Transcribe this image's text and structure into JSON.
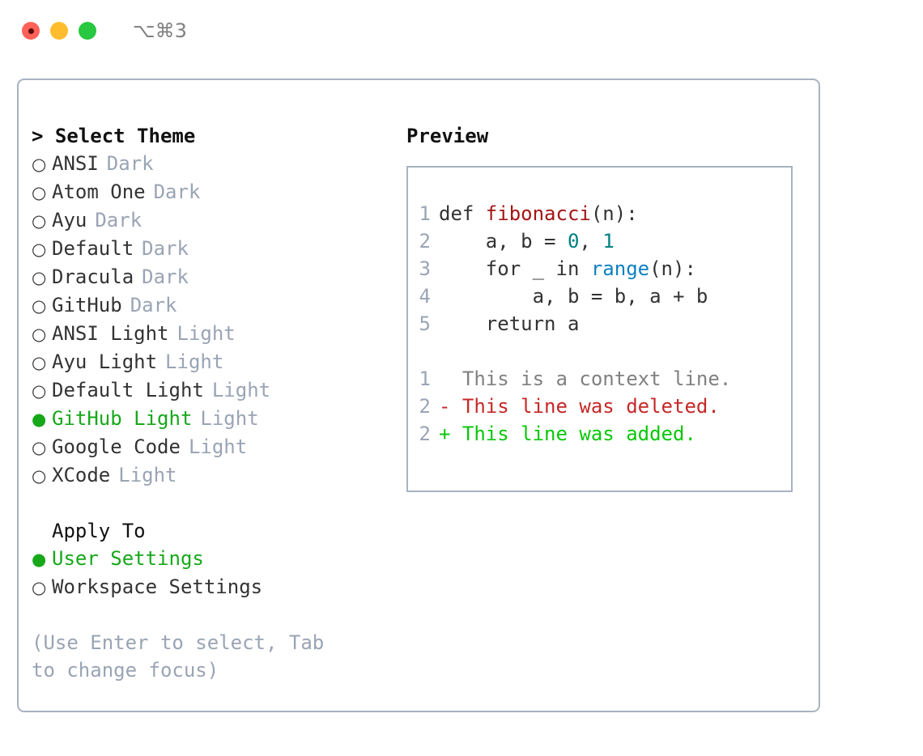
{
  "window": {
    "shortcut": "⌥⌘3",
    "traffic_lights": [
      {
        "name": "close",
        "color": "#ff6159"
      },
      {
        "name": "minimize",
        "color": "#ffbd2e"
      },
      {
        "name": "maximize",
        "color": "#28c840"
      }
    ]
  },
  "theme_selector": {
    "header": "> Select Theme",
    "prompt_marker": ">",
    "bullet_selected": "●",
    "bullet_unselected": "○",
    "items": [
      {
        "label": "ANSI",
        "variant": "Dark",
        "selected": false
      },
      {
        "label": "Atom One",
        "variant": "Dark",
        "selected": false
      },
      {
        "label": "Ayu",
        "variant": "Dark",
        "selected": false
      },
      {
        "label": "Default",
        "variant": "Dark",
        "selected": false
      },
      {
        "label": "Dracula",
        "variant": "Dark",
        "selected": false
      },
      {
        "label": "GitHub",
        "variant": "Dark",
        "selected": false
      },
      {
        "label": "ANSI Light",
        "variant": "Light",
        "selected": false
      },
      {
        "label": "Ayu Light",
        "variant": "Light",
        "selected": false
      },
      {
        "label": "Default Light",
        "variant": "Light",
        "selected": false
      },
      {
        "label": "GitHub Light",
        "variant": "Light",
        "selected": true
      },
      {
        "label": "Google Code",
        "variant": "Light",
        "selected": false
      },
      {
        "label": "XCode",
        "variant": "Light",
        "selected": false
      }
    ]
  },
  "apply_to": {
    "title": "Apply To",
    "options": [
      {
        "label": "User Settings",
        "selected": true
      },
      {
        "label": "Workspace Settings",
        "selected": false
      }
    ]
  },
  "hint": "(Use Enter to select, Tab to change focus)",
  "preview": {
    "title": "Preview",
    "code_lines": [
      {
        "no": "1",
        "indent": "",
        "parts": [
          {
            "text": "def ",
            "tok": "kw"
          },
          {
            "text": "fibonacci",
            "tok": "fn"
          },
          {
            "text": "(n):",
            "tok": "plain"
          }
        ]
      },
      {
        "no": "2",
        "indent": "    ",
        "parts": [
          {
            "text": "a, b = ",
            "tok": "plain"
          },
          {
            "text": "0",
            "tok": "num"
          },
          {
            "text": ", ",
            "tok": "plain"
          },
          {
            "text": "1",
            "tok": "num"
          }
        ]
      },
      {
        "no": "3",
        "indent": "    ",
        "parts": [
          {
            "text": "for _ in ",
            "tok": "kw"
          },
          {
            "text": "range",
            "tok": "call"
          },
          {
            "text": "(n):",
            "tok": "plain"
          }
        ]
      },
      {
        "no": "4",
        "indent": "        ",
        "parts": [
          {
            "text": "a, b = b, a + b",
            "tok": "plain"
          }
        ]
      },
      {
        "no": "5",
        "indent": "    ",
        "parts": [
          {
            "text": "return a",
            "tok": "kw"
          }
        ]
      }
    ],
    "diff_lines": [
      {
        "no": "1",
        "marker": " ",
        "text": "This is a context line.",
        "kind": "ctx"
      },
      {
        "no": "2",
        "marker": "-",
        "text": "This line was deleted.",
        "kind": "del"
      },
      {
        "no": "2",
        "marker": "+",
        "text": "This line was added.",
        "kind": "add"
      }
    ]
  },
  "colors": {
    "accent_green": "#17a81a",
    "muted": "#9aa4b4",
    "border": "#a8b2c1",
    "diff_add": "#0ac70a",
    "diff_del": "#c62828",
    "token_function": "#a31515",
    "token_number": "#008080",
    "token_call": "#0e80c0"
  }
}
